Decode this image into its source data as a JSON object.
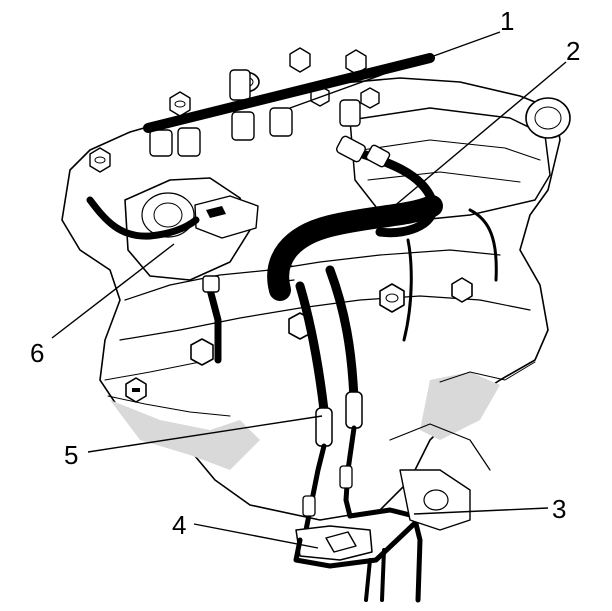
{
  "callouts": [
    {
      "label": "1"
    },
    {
      "label": "2"
    },
    {
      "label": "3"
    },
    {
      "label": "4"
    },
    {
      "label": "5"
    },
    {
      "label": "6"
    }
  ]
}
